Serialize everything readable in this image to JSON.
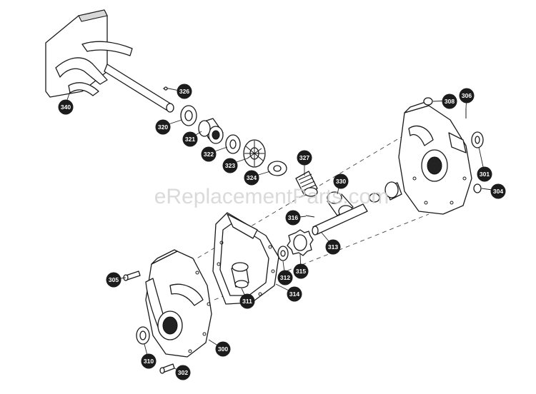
{
  "watermark": "eReplacementParts.com",
  "callouts": [
    {
      "label": "340",
      "part": "impeller-auger"
    },
    {
      "label": "326",
      "part": "pin"
    },
    {
      "label": "320",
      "part": "washer"
    },
    {
      "label": "321",
      "part": "bushing"
    },
    {
      "label": "322",
      "part": "washer"
    },
    {
      "label": "323",
      "part": "thrust-bearing"
    },
    {
      "label": "324",
      "part": "washer"
    },
    {
      "label": "327",
      "part": "worm-gear"
    },
    {
      "label": "330",
      "part": "bushing"
    },
    {
      "label": "316",
      "part": "key"
    },
    {
      "label": "313",
      "part": "shaft"
    },
    {
      "label": "315",
      "part": "gear"
    },
    {
      "label": "312",
      "part": "washer"
    },
    {
      "label": "311",
      "part": "bushing"
    },
    {
      "label": "314",
      "part": "gasket"
    },
    {
      "label": "305",
      "part": "screw"
    },
    {
      "label": "310",
      "part": "seal"
    },
    {
      "label": "300",
      "part": "gear-case-half"
    },
    {
      "label": "302",
      "part": "screw"
    },
    {
      "label": "308",
      "part": "plug"
    },
    {
      "label": "306",
      "part": "pin"
    },
    {
      "label": "301",
      "part": "seal"
    },
    {
      "label": "304",
      "part": "washer"
    }
  ]
}
